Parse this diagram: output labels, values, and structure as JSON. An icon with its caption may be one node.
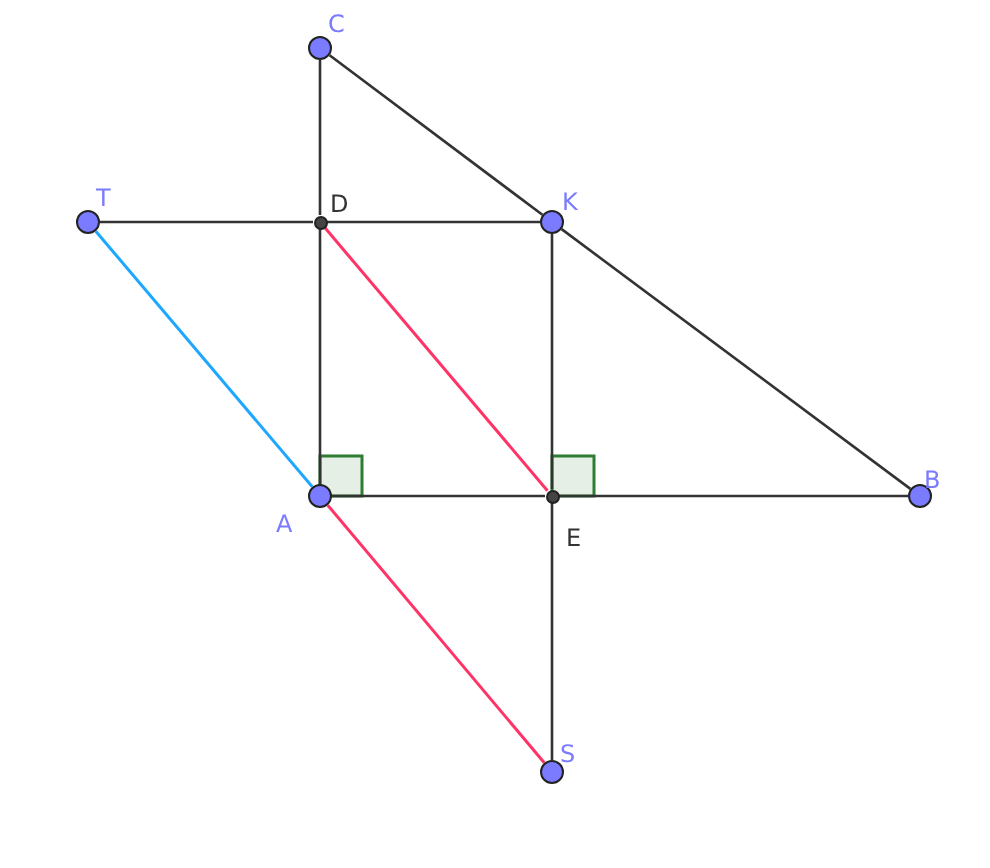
{
  "diagram": {
    "nodes": [
      {
        "text": [
          "C"
        ]
      },
      {
        "text": [
          "T"
        ]
      },
      {
        "text": [
          "D"
        ]
      },
      {
        "text": [
          "K"
        ]
      },
      {
        "text": [
          "A"
        ]
      },
      {
        "text": [
          "B"
        ]
      },
      {
        "text": [
          "E"
        ]
      },
      {
        "text": [
          "S"
        ]
      }
    ],
    "edges": [
      {
        "from": 0,
        "to": 2,
        "arrow": "none"
      },
      {
        "from": 2,
        "to": 4,
        "arrow": "none"
      },
      {
        "from": 0,
        "to": 3,
        "arrow": "none"
      },
      {
        "from": 3,
        "to": 5,
        "arrow": "none"
      },
      {
        "from": 1,
        "to": 2,
        "arrow": "none"
      },
      {
        "from": 2,
        "to": 3,
        "arrow": "none"
      },
      {
        "from": 4,
        "to": 6,
        "arrow": "none"
      },
      {
        "from": 6,
        "to": 5,
        "arrow": "none"
      },
      {
        "from": 3,
        "to": 6,
        "arrow": "none"
      },
      {
        "from": 6,
        "to": 7,
        "arrow": "none"
      },
      {
        "from": 1,
        "to": 4,
        "arrow": "none",
        "color": "#1ea7ff"
      },
      {
        "from": 2,
        "to": 6,
        "arrow": "none",
        "color": "#ff3366"
      },
      {
        "from": 4,
        "to": 7,
        "arrow": "none",
        "color": "#ff3366"
      }
    ]
  }
}
